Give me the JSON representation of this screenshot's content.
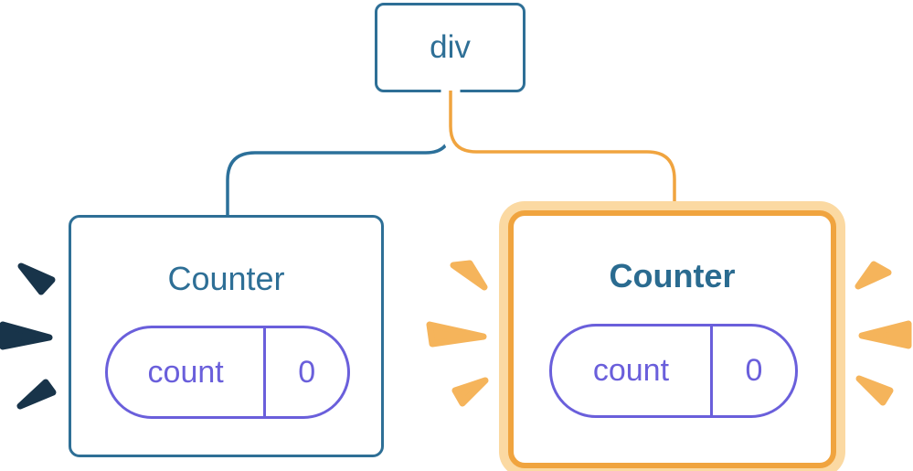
{
  "diagram": {
    "root": {
      "label": "div"
    },
    "left_counter": {
      "title": "Counter",
      "state_key": "count",
      "state_value": "0",
      "highlighted": false
    },
    "right_counter": {
      "title": "Counter",
      "state_key": "count",
      "state_value": "0",
      "highlighted": true
    }
  },
  "colors": {
    "background": "#FFFFFF",
    "node_border_blue": "#2E6F96",
    "text_blue": "#2E6F96",
    "text_blue_bold": "#2A6B90",
    "connector_blue": "#2C709A",
    "pipe_core_orange": "#F0A43F",
    "pipe_casing_white": "#FFFFFF",
    "pill_purple": "#6A5FDB",
    "card_orange_border": "#F0A43F",
    "card_orange_glow": "#FBD9A2",
    "spark_orange": "#F5B45B",
    "spark_dark": "#18344A"
  }
}
